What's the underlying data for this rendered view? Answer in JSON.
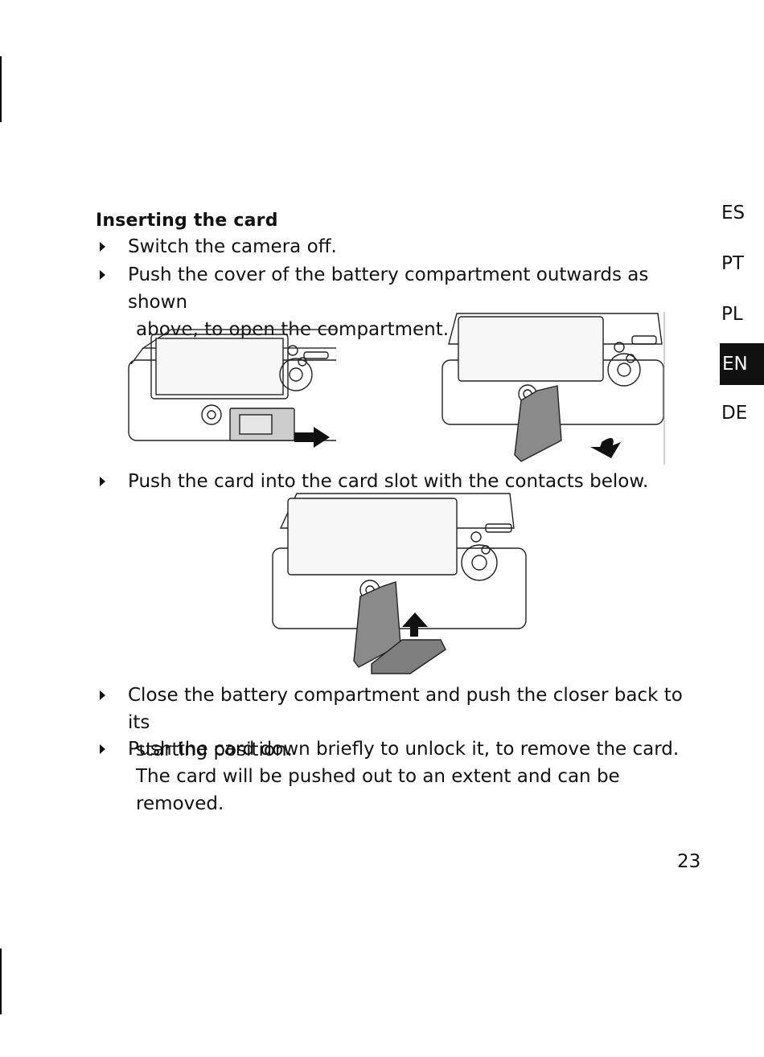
{
  "section": {
    "title": "Inserting the card"
  },
  "steps": [
    {
      "line1": "Switch the camera off.",
      "line2": ""
    },
    {
      "line1": "Push the cover of the battery compartment outwards as shown",
      "line2": "above, to open the compartment."
    },
    {
      "line1": "Push the card into the card slot with the contacts below.",
      "line2": ""
    },
    {
      "line1": "Close the battery compartment and push the closer back to its",
      "line2": "starting position."
    },
    {
      "line1": "Push the card down briefly to unlock it, to remove the card.",
      "line2": "The card will be pushed out to an extent and can be removed."
    }
  ],
  "languages": [
    {
      "code": "ES",
      "active": false
    },
    {
      "code": "PT",
      "active": false
    },
    {
      "code": "PL",
      "active": false
    },
    {
      "code": "EN",
      "active": true
    },
    {
      "code": "DE",
      "active": false
    }
  ],
  "page_number": "23",
  "colors": {
    "text": "#111111",
    "tab_active_bg": "#111111",
    "tab_active_text": "#ffffff",
    "illustration_gray": "#8a8a8a"
  }
}
